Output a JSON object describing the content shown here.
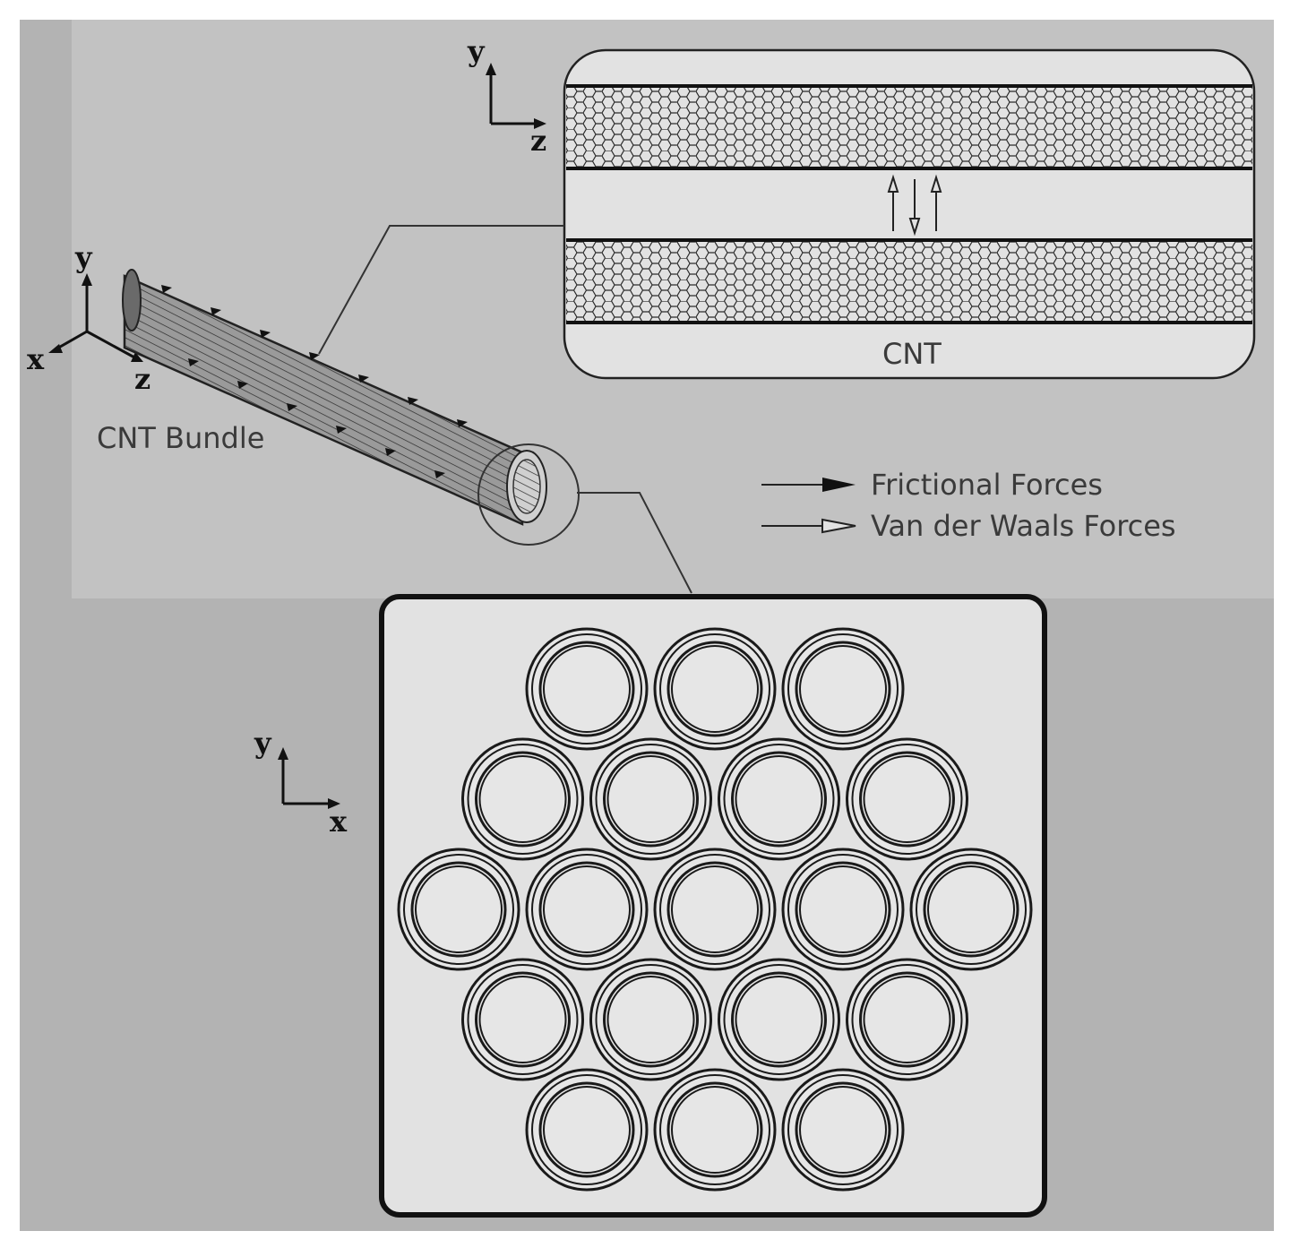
{
  "colors": {
    "page_background": "#ffffff",
    "figure_background": "#b3b3b3",
    "upper_panel": "#c2c2c2",
    "inset_fill": "#e2e2e2",
    "line": "#222222"
  },
  "labels": {
    "cnt": "CNT",
    "cnt_bundle": "CNT Bundle"
  },
  "legend": {
    "frictional": "Frictional Forces",
    "van_der_waals": "Van der Waals Forces"
  },
  "axes": {
    "top_inset": {
      "vertical": "y",
      "horizontal": "z"
    },
    "bundle": {
      "up": "y",
      "left": "x",
      "right": "z"
    },
    "cross_section": {
      "vertical": "y",
      "horizontal": "x"
    }
  },
  "cross_section": {
    "rows": [
      3,
      4,
      5,
      4,
      3
    ],
    "tube_count": 19,
    "walls_per_tube": 2
  },
  "icons": {
    "frictional": "solid-arrow-icon",
    "van_der_waals": "hollow-arrow-icon"
  }
}
